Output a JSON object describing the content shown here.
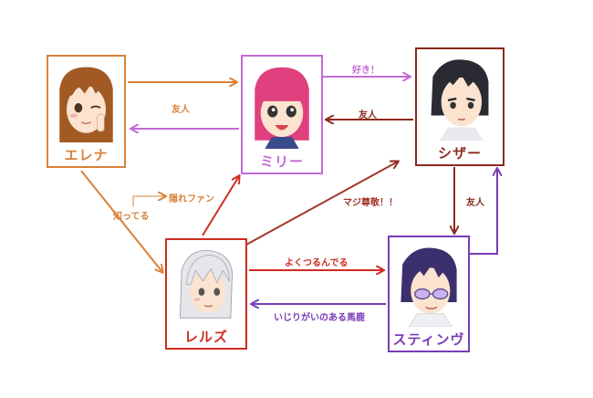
{
  "colors": {
    "elena": "#d9823a",
    "millie": "#c36ad9",
    "caesar": "#8c2a1e",
    "reruzu": "#cf2c22",
    "sting": "#7a3bb8"
  },
  "characters": {
    "elena": {
      "name": "エレナ",
      "hair": "#a25a25",
      "skin": "#fbe3cf"
    },
    "millie": {
      "name": "ミリー",
      "hair": "#e0407d",
      "skin": "#fbe3cf"
    },
    "caesar": {
      "name": "シザー",
      "hair": "#2a2a32",
      "skin": "#fbe3cf"
    },
    "reruzu": {
      "name": "レルズ",
      "hair": "#e6e6ea",
      "skin": "#fbe3cf"
    },
    "sting": {
      "name": "スティンヴ",
      "hair": "#3b2f6e",
      "skin": "#fbe3cf"
    }
  },
  "relations": {
    "elena_to_millie": "友人",
    "millie_to_caesar": "好き！",
    "caesar_to_millie": "友人",
    "caesar_sting": "友人",
    "reruzu_to_caesar": "マジ尊敬！！",
    "reruzu_to_sting": "よくつるんでる",
    "sting_to_reruzu": "いじりがいのある馬鹿",
    "elena_to_reruzu": "知ってる",
    "elena_hidden_fan": "隠れファン"
  }
}
